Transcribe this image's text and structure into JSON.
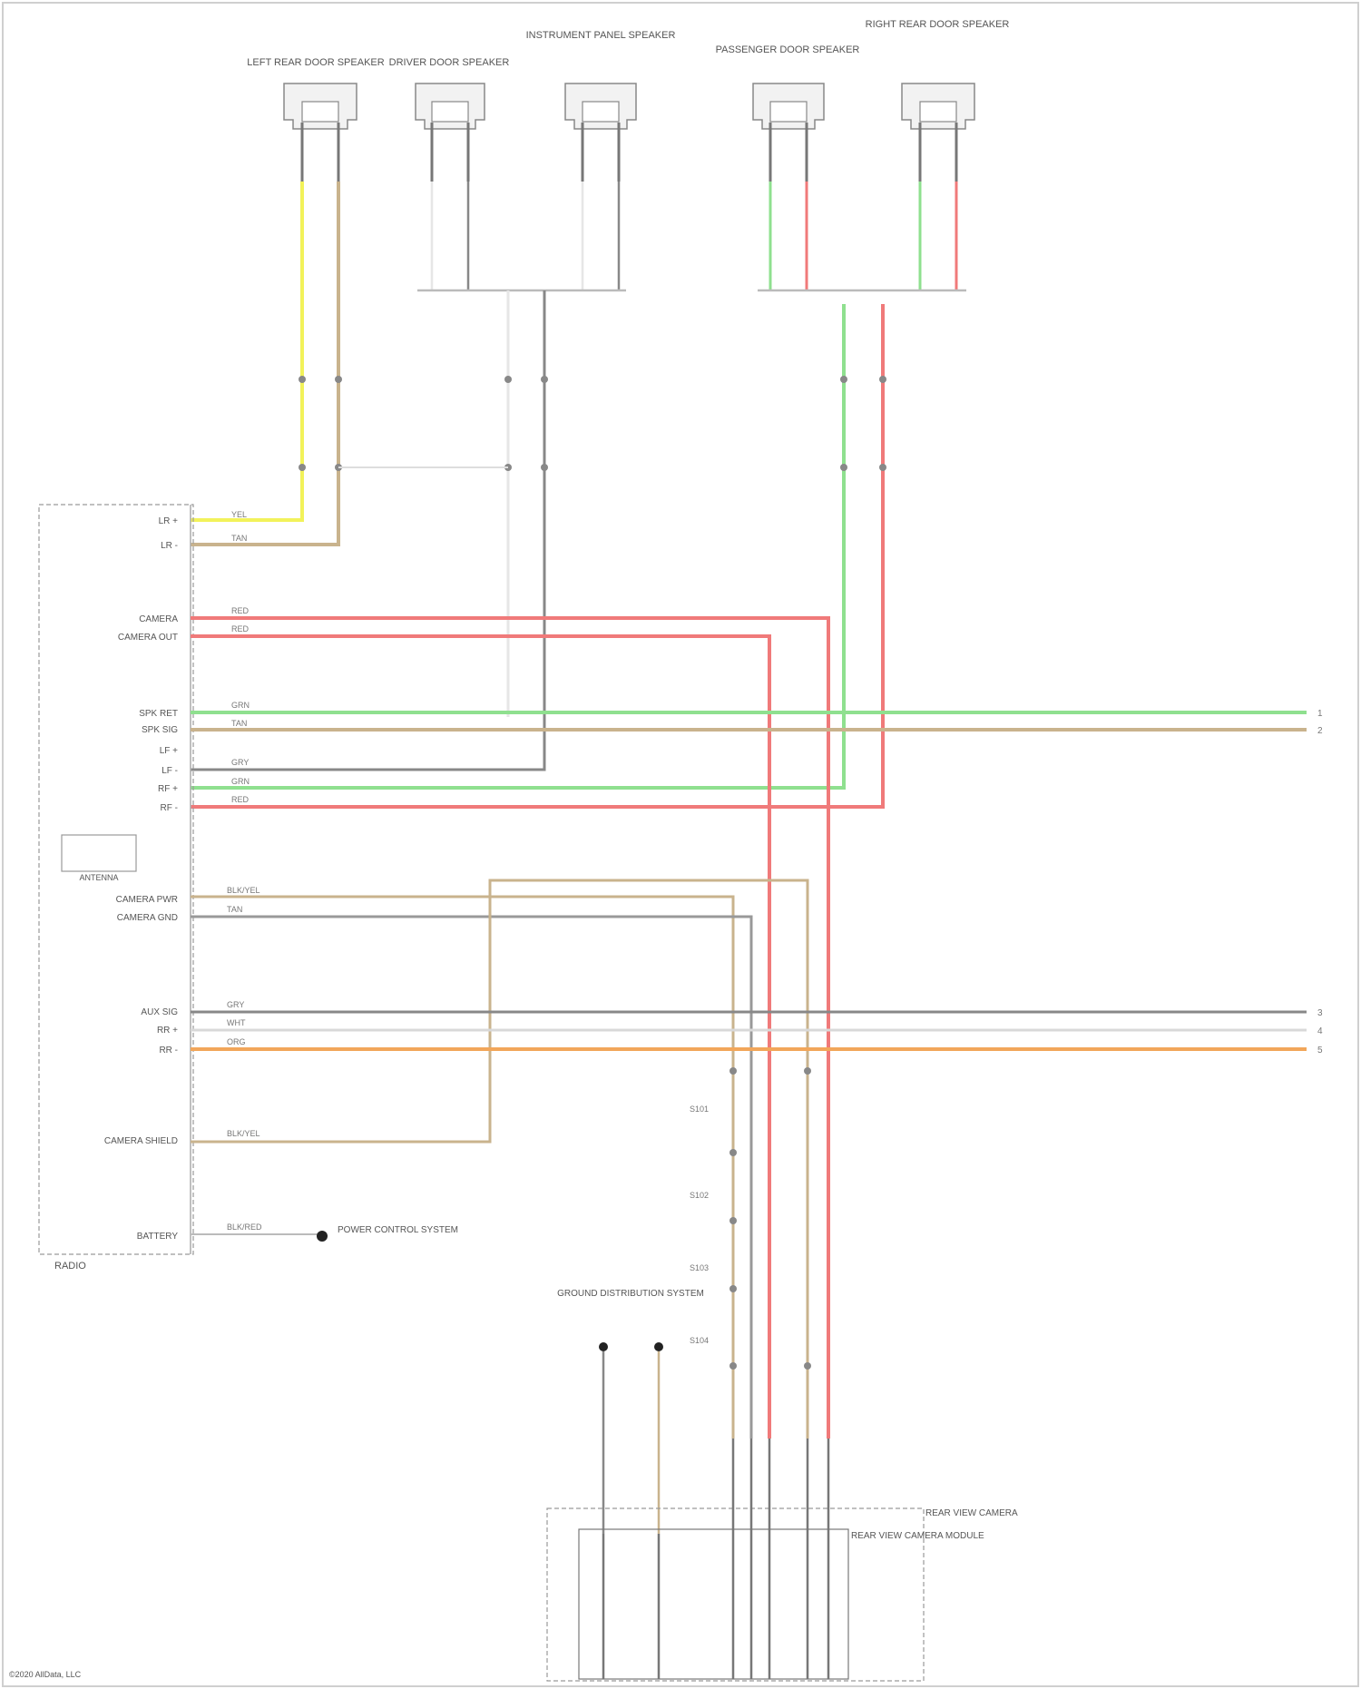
{
  "figure": {
    "type": "wiring-diagram",
    "footer": "©2020 AllData, LLC",
    "colors": {
      "yellow": "#f2f25a",
      "tan": "#c9b38d",
      "red": "#f07a7a",
      "green": "#8fe08f",
      "gray": "#888888",
      "white": "#e6e6e6",
      "orange": "#f2a65a",
      "background": "#ffffff"
    }
  },
  "speakers": {
    "left_rear_door": "LEFT REAR DOOR SPEAKER",
    "driver_door": "DRIVER DOOR SPEAKER",
    "instrument_panel": "INSTRUMENT PANEL SPEAKER",
    "passenger_door": "PASSENGER DOOR SPEAKER",
    "right_rear_door": "RIGHT REAR DOOR SPEAKER"
  },
  "modules": {
    "radio": "RADIO",
    "antenna": "ANTENNA",
    "power_control": "POWER CONTROL SYSTEM",
    "ground_distribution": "GROUND DISTRIBUTION SYSTEM",
    "rear_camera": "REAR VIEW CAMERA",
    "camera_module": "REAR VIEW CAMERA MODULE"
  },
  "radio_pins": [
    {
      "id": "lr_pos",
      "label": "LR +"
    },
    {
      "id": "lr_neg",
      "label": "LR -"
    },
    {
      "id": "camera",
      "label": "CAMERA"
    },
    {
      "id": "camera_out",
      "label": "CAMERA OUT"
    },
    {
      "id": "spk_ret",
      "label": "SPK RET"
    },
    {
      "id": "spk_sig",
      "label": "SPK SIG"
    },
    {
      "id": "lf_pos",
      "label": "LF +"
    },
    {
      "id": "lf_neg",
      "label": "LF -"
    },
    {
      "id": "rf_pos",
      "label": "RF +"
    },
    {
      "id": "rf_neg",
      "label": "RF -"
    },
    {
      "id": "cam_pwr",
      "label": "CAMERA PWR"
    },
    {
      "id": "cam_gnd",
      "label": "CAMERA GND"
    },
    {
      "id": "aux_sig",
      "label": "AUX SIG"
    },
    {
      "id": "rr_pos",
      "label": "RR +"
    },
    {
      "id": "rr_neg",
      "label": "RR -"
    },
    {
      "id": "cam_shield",
      "label": "CAMERA SHIELD"
    },
    {
      "id": "battery",
      "label": "BATTERY"
    }
  ],
  "wire_colors": {
    "yel": "YEL",
    "tan": "TAN",
    "red": "RED",
    "grn": "GRN",
    "gry": "GRY",
    "wht": "WHT",
    "org": "ORG",
    "blk": "BLK",
    "blk_yel": "BLK/YEL",
    "blk_red": "BLK/RED"
  },
  "splices": {
    "s1": "S101",
    "s2": "S102",
    "s3": "S103",
    "s4": "S104"
  },
  "edge_refs": [
    "1",
    "2",
    "3",
    "4",
    "5"
  ]
}
